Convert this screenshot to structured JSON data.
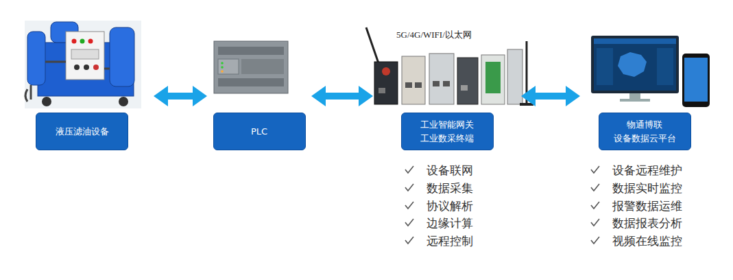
{
  "diagram": {
    "nodes": [
      {
        "text": [
          "液压滤油设备"
        ]
      },
      {
        "text": [
          "PLC"
        ]
      },
      {
        "text": [
          "工业智能网关 工业数采终端"
        ]
      },
      {
        "text": [
          "物通博联 设备数据云平台"
        ]
      }
    ],
    "edges": [
      {
        "from": 0,
        "to": 1,
        "arrow": "both"
      },
      {
        "from": 1,
        "to": 2,
        "arrow": "both"
      },
      {
        "from": 2,
        "to": 3,
        "arrow": "both"
      }
    ],
    "labels": [
      "5G/4G/WIFI/以太网",
      "设备联网",
      "数据采集",
      "协议解析",
      "边缘计算",
      "远程控制",
      "设备远程维护",
      "数据实时监控",
      "报警数据运维",
      "数据报表分析",
      "视频在线监控"
    ]
  }
}
